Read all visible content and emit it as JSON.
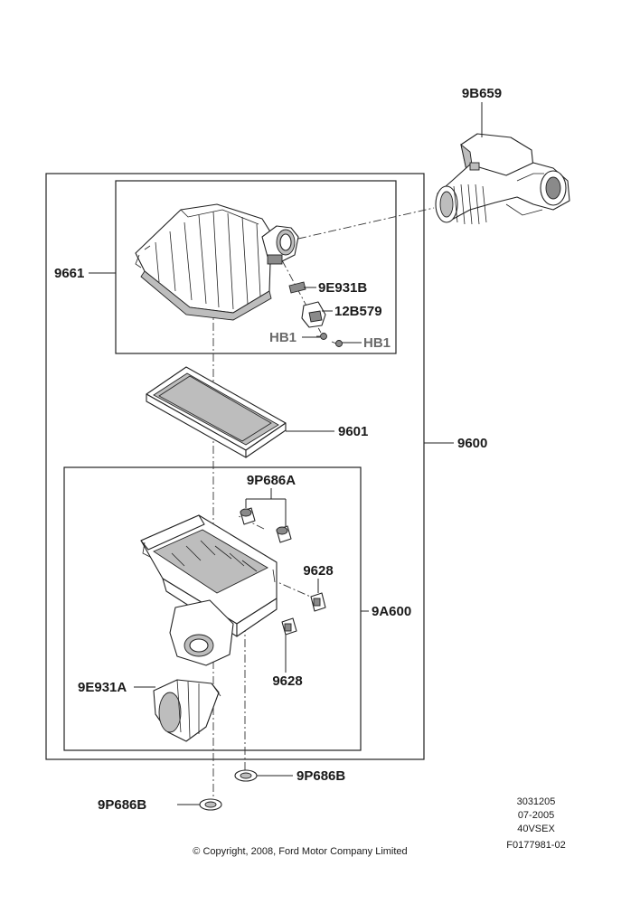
{
  "labels": {
    "p9B659": "9B659",
    "p9661": "9661",
    "p9E931B": "9E931B",
    "p12B579": "12B579",
    "pHB1_left": "HB1",
    "pHB1_right": "HB1",
    "p9601": "9601",
    "p9600": "9600",
    "p9P686A": "9P686A",
    "p9628_top": "9628",
    "p9A600": "9A600",
    "p9628_bottom": "9628",
    "p9E931A": "9E931A",
    "p9P686B_right": "9P686B",
    "p9P686B_left": "9P686B"
  },
  "info": {
    "line1": "3031205",
    "line2": "07-2005",
    "line3": "40VSEX",
    "line4": "F0177981-02"
  },
  "copyright": "© Copyright, 2008, Ford Motor Company Limited",
  "colors": {
    "ink": "#1a1a1a",
    "grey_label": "#6a6a6a",
    "shade": "#bdbdbd"
  }
}
